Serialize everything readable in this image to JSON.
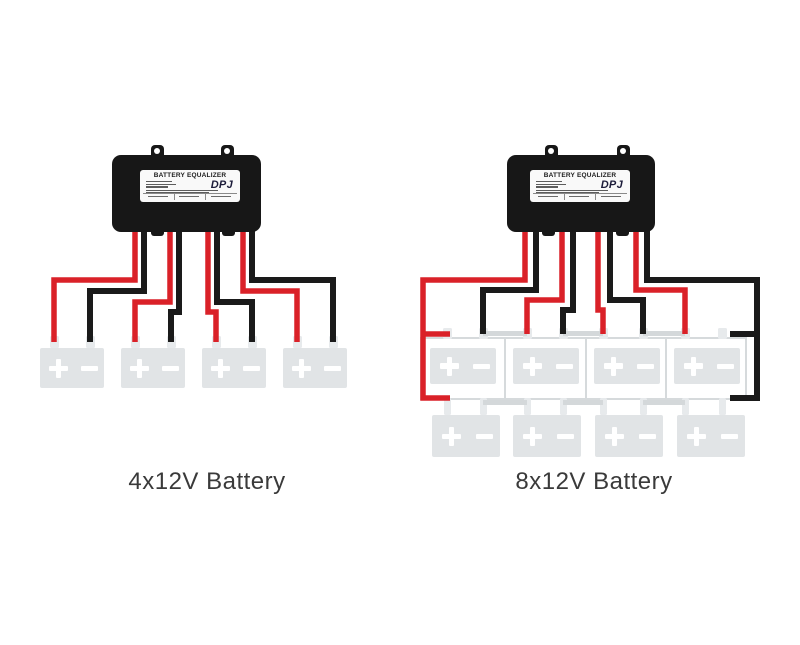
{
  "device": {
    "label_title": "BATTERY EQUALIZER",
    "brand": "DPJ"
  },
  "diagrams": {
    "left": {
      "caption": "4x12V Battery",
      "battery_count": 4
    },
    "right": {
      "caption": "8x12V Battery",
      "battery_count": 8
    }
  },
  "symbols": {
    "plus": "+",
    "minus": "-"
  },
  "colors": {
    "wire_red": "#da2128",
    "wire_black": "#1a1a1a",
    "device_body": "#171717",
    "label_bg": "#f9f9f9",
    "battery_fill": "#e1e4e6",
    "battery_symbol": "#ffffff",
    "terminal_fill": "#e7eaec",
    "link_gray": "#d4d8da",
    "box_border": "#d6dadc",
    "caption_text": "#3a3a3a",
    "brand_text": "#1c1c3a"
  }
}
